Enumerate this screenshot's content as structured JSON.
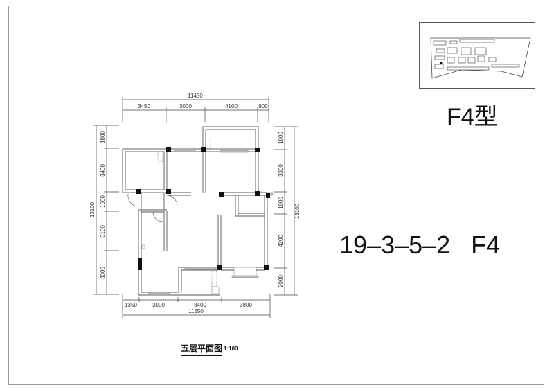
{
  "sheet": {
    "type_title": "F4型",
    "unit_code": "19–3–5–2   F4",
    "caption": "五层平面图",
    "scale": "1:100"
  },
  "dimensions": {
    "top_total": "11450",
    "top_segments": [
      "3450",
      "3000",
      "4100",
      "900"
    ],
    "bottom_total": "11550",
    "bottom_segments": [
      "1350",
      "3000",
      "3400",
      "3800"
    ],
    "left_total": "13100",
    "left_segments": [
      "1800",
      "3400",
      "1500",
      "3100",
      "3300"
    ],
    "right_total": "13100",
    "right_segments": [
      "1800",
      "3300",
      "1800",
      "4200",
      "2000"
    ]
  },
  "colors": {
    "frame": "#9a9a9a",
    "wall": "#555555",
    "column": "#111111",
    "window": "#aaaaaa"
  }
}
